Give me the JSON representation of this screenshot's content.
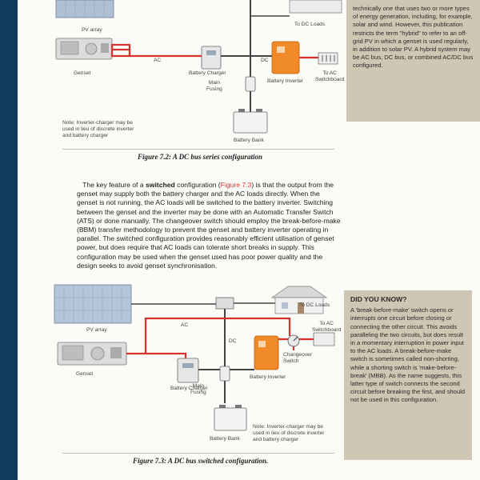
{
  "sidebar_top": {
    "text": "technically one that uses two or more types of energy generation, including, for example, solar and wind.  However, this publication restricts the term \"hybrid\" to refer to an off-grid PV in which a genset is used regularly, in addition to solar PV. A hybrid system may be AC bus, DC bus, or combined AC/DC bus configured."
  },
  "fig72": {
    "labels": {
      "pv_array": "PV array",
      "genset": "Genset",
      "ac": "AC",
      "dc": "DC",
      "battery_charger": "Battery Charger",
      "main_fusing": "Main\nFusing",
      "battery_inverter": "Battery Inverter",
      "to_dc_loads": "To DC Loads",
      "to_ac_switchboard": "To AC\nSwitchboard",
      "battery_bank": "Battery Bank",
      "note": "Note: Inverter-charger may be\nused in lieu of discrete inverter\nand battery charger"
    },
    "caption": "Figure 7.2: A DC bus series configuration"
  },
  "body": {
    "p1": "The key feature of a ",
    "bold": "switched",
    "p2": " configuration (",
    "link": "Figure 7.3",
    "p3": ") is that the output from the genset may supply both the battery charger and the AC loads directly. When the genset is not running, the AC loads will be switched to the battery inverter. Switching between the genset and the inverter may be done with an Automatic Transfer Switch (ATS) or done manually. The changeover switch should employ the break-before-make (BBM) transfer methodology to prevent the genset and battery inverter operating in parallel. The switched configuration provides reasonably efficient utilisation of genset power, but does require that AC loads can tolerate short breaks in supply. This configuration may be used when the genset used has poor power quality and the design seeks to avoid genset synchronisation."
  },
  "fig73": {
    "labels": {
      "pv_array": "PV array",
      "genset": "Genset",
      "ac": "AC",
      "dc": "DC",
      "battery_charger": "Battery Charger",
      "main_fusing": "Main\nFusing",
      "battery_inverter": "Battery Inverter",
      "to_dc_loads": "To DC Loads",
      "to_ac_switchboard": "To AC\nSwitchboard",
      "changeover_switch": "Changeover\nSwitch",
      "battery_bank": "Battery Bank",
      "note": "Note: Inverter-charger may be\nused in lieu of discrete inverter\nand battery charger"
    },
    "caption": "Figure 7.3: A DC bus switched configuration."
  },
  "sidebar_bottom": {
    "heading": "DID YOU KNOW?",
    "text": "A 'break-before-make' switch opens or interrupts one circuit before closing or connecting the other circuit. This avoids paralleling the two circuits, but does result in a momentary interruption in power input to the AC loads. A break-before-make switch is sometimes called non-shorting, while a shorting switch is 'make-before-break' (MBB). As the name suggests, this latter type of switch connects the second circuit before breaking the first, and should not be used in this configuration."
  },
  "colors": {
    "ac_wire": "#d8322c",
    "dc_wire": "#444444",
    "inverter": "#f08a28",
    "sidebar": "#cfc6b3",
    "link": "#d8322c",
    "frame": "#123a5a"
  }
}
